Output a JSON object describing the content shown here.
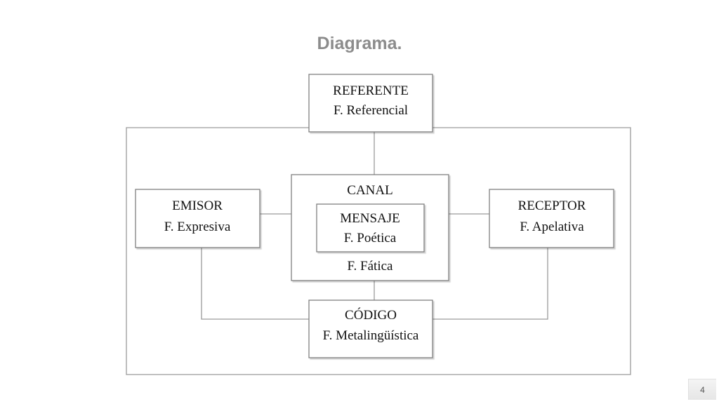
{
  "slide": {
    "title": "Diagrama.",
    "page_number": "4"
  },
  "diagram": {
    "referente": {
      "name": "REFERENTE",
      "function": "F. Referencial"
    },
    "emisor": {
      "name": "EMISOR",
      "function": "F. Expresiva"
    },
    "canal": {
      "name": "CANAL",
      "function": "F. Fática"
    },
    "mensaje": {
      "name": "MENSAJE",
      "function": "F. Poética"
    },
    "receptor": {
      "name": "RECEPTOR",
      "function": "F. Apelativa"
    },
    "codigo": {
      "name": "CÓDIGO",
      "function": "F. Metalingüística"
    }
  }
}
